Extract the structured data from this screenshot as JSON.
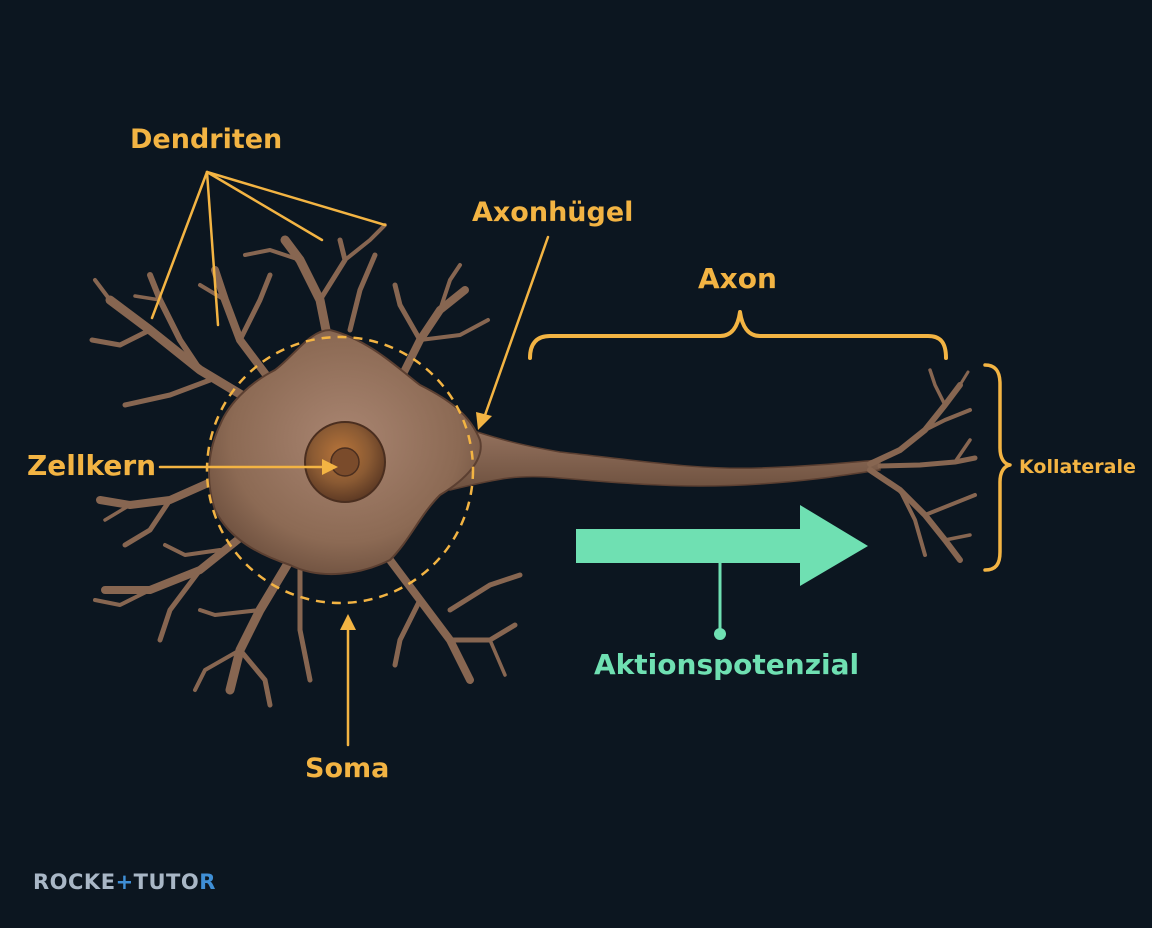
{
  "labels": {
    "dendriten": "Dendriten",
    "axonhuegel": "Axonhügel",
    "axon": "Axon",
    "zellkern": "Zellkern",
    "kollaterale": "Kollaterale",
    "soma": "Soma",
    "aktionspotenzial": "Aktionspotenzial"
  },
  "brand": {
    "part1": "ROCKE",
    "part2": "+",
    "part3": "TUTO",
    "part4": "R"
  },
  "colors": {
    "background": "#0c1620",
    "label": "#f3b443",
    "signal": "#6fe0b2",
    "neuron": "#8c6a54",
    "neuron_outline": "#5b3f31"
  }
}
